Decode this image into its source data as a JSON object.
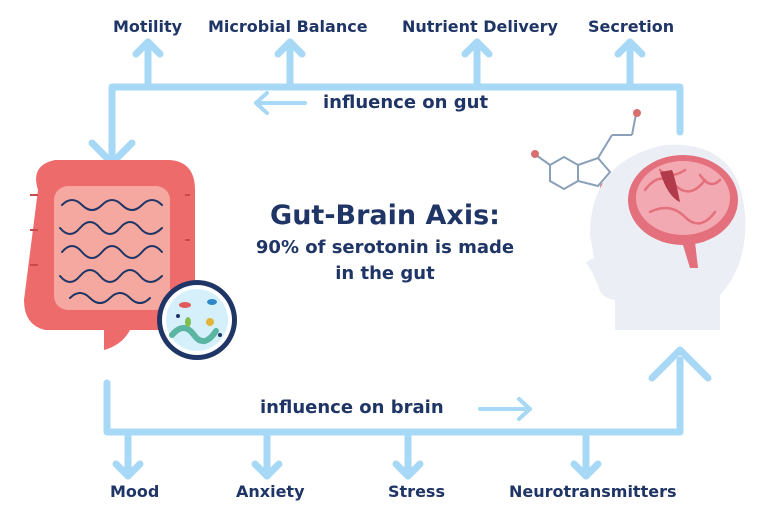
{
  "title": "Gut-Brain Axis:",
  "subtitle_line1": "90% of serotonin is made",
  "subtitle_line2": "in the gut",
  "top_flow_label": "influence on gut",
  "bottom_flow_label": "influence on brain",
  "gut_effects": [
    "Motility",
    "Microbial Balance",
    "Nutrient Delivery",
    "Secretion"
  ],
  "brain_effects": [
    "Mood",
    "Anxiety",
    "Stress",
    "Neurotransmitters"
  ],
  "colors": {
    "arrow": "#a7d8f5",
    "text": "#1f3566",
    "intestine": "#ee6b6b",
    "brain": "#e46f7d"
  },
  "icons": [
    "intestine-icon",
    "microbe-dish-icon",
    "serotonin-molecule-icon",
    "head-brain-icon"
  ]
}
